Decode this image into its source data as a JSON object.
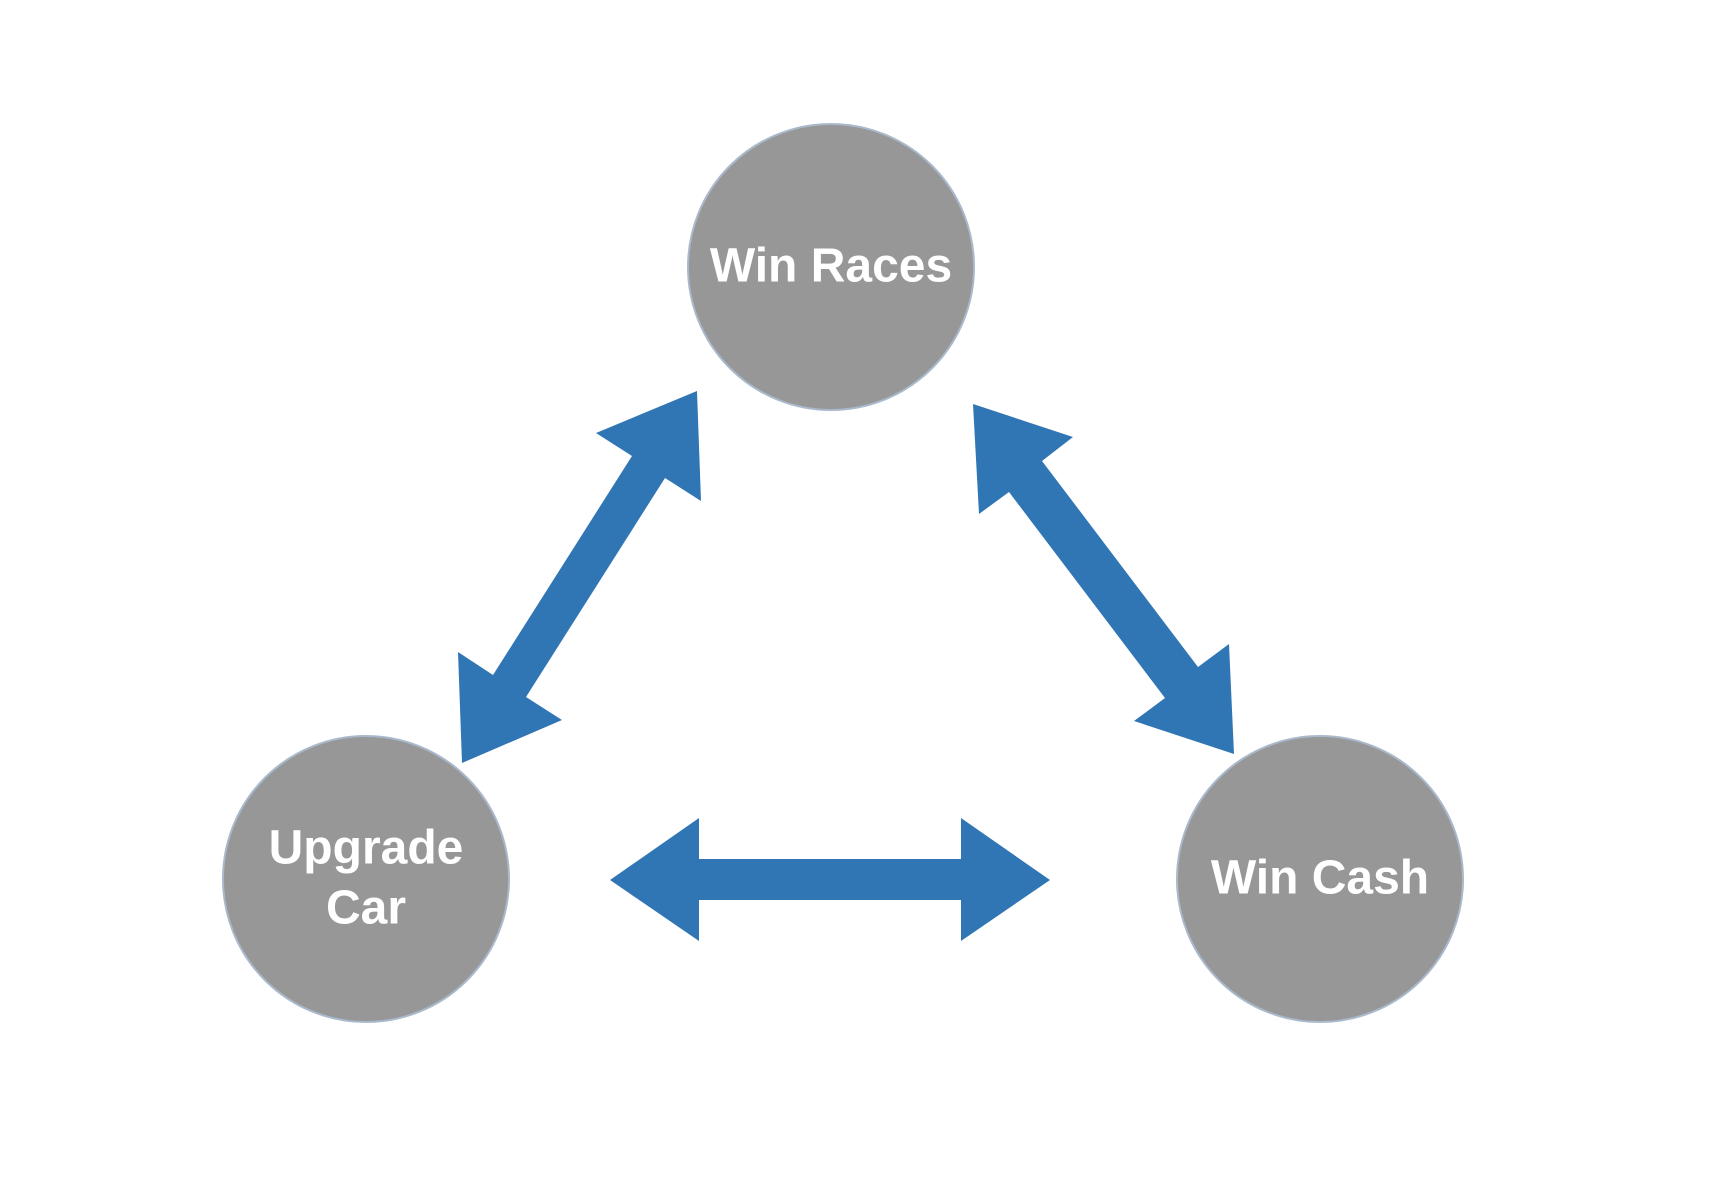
{
  "colors": {
    "background": "#ffffff",
    "node_fill": "#979797",
    "node_stroke": "#a9b9cc",
    "node_text": "#ffffff",
    "arrow": "#3076b5"
  },
  "nodes": {
    "win_races": {
      "line1": "Win Races"
    },
    "upgrade_car": {
      "line1": "Upgrade",
      "line2": "Car"
    },
    "win_cash": {
      "line1": "Win Cash"
    }
  },
  "edges": [
    {
      "from": "win_races",
      "to": "upgrade_car",
      "direction": "bidirectional"
    },
    {
      "from": "win_races",
      "to": "win_cash",
      "direction": "bidirectional"
    },
    {
      "from": "upgrade_car",
      "to": "win_cash",
      "direction": "bidirectional"
    }
  ]
}
